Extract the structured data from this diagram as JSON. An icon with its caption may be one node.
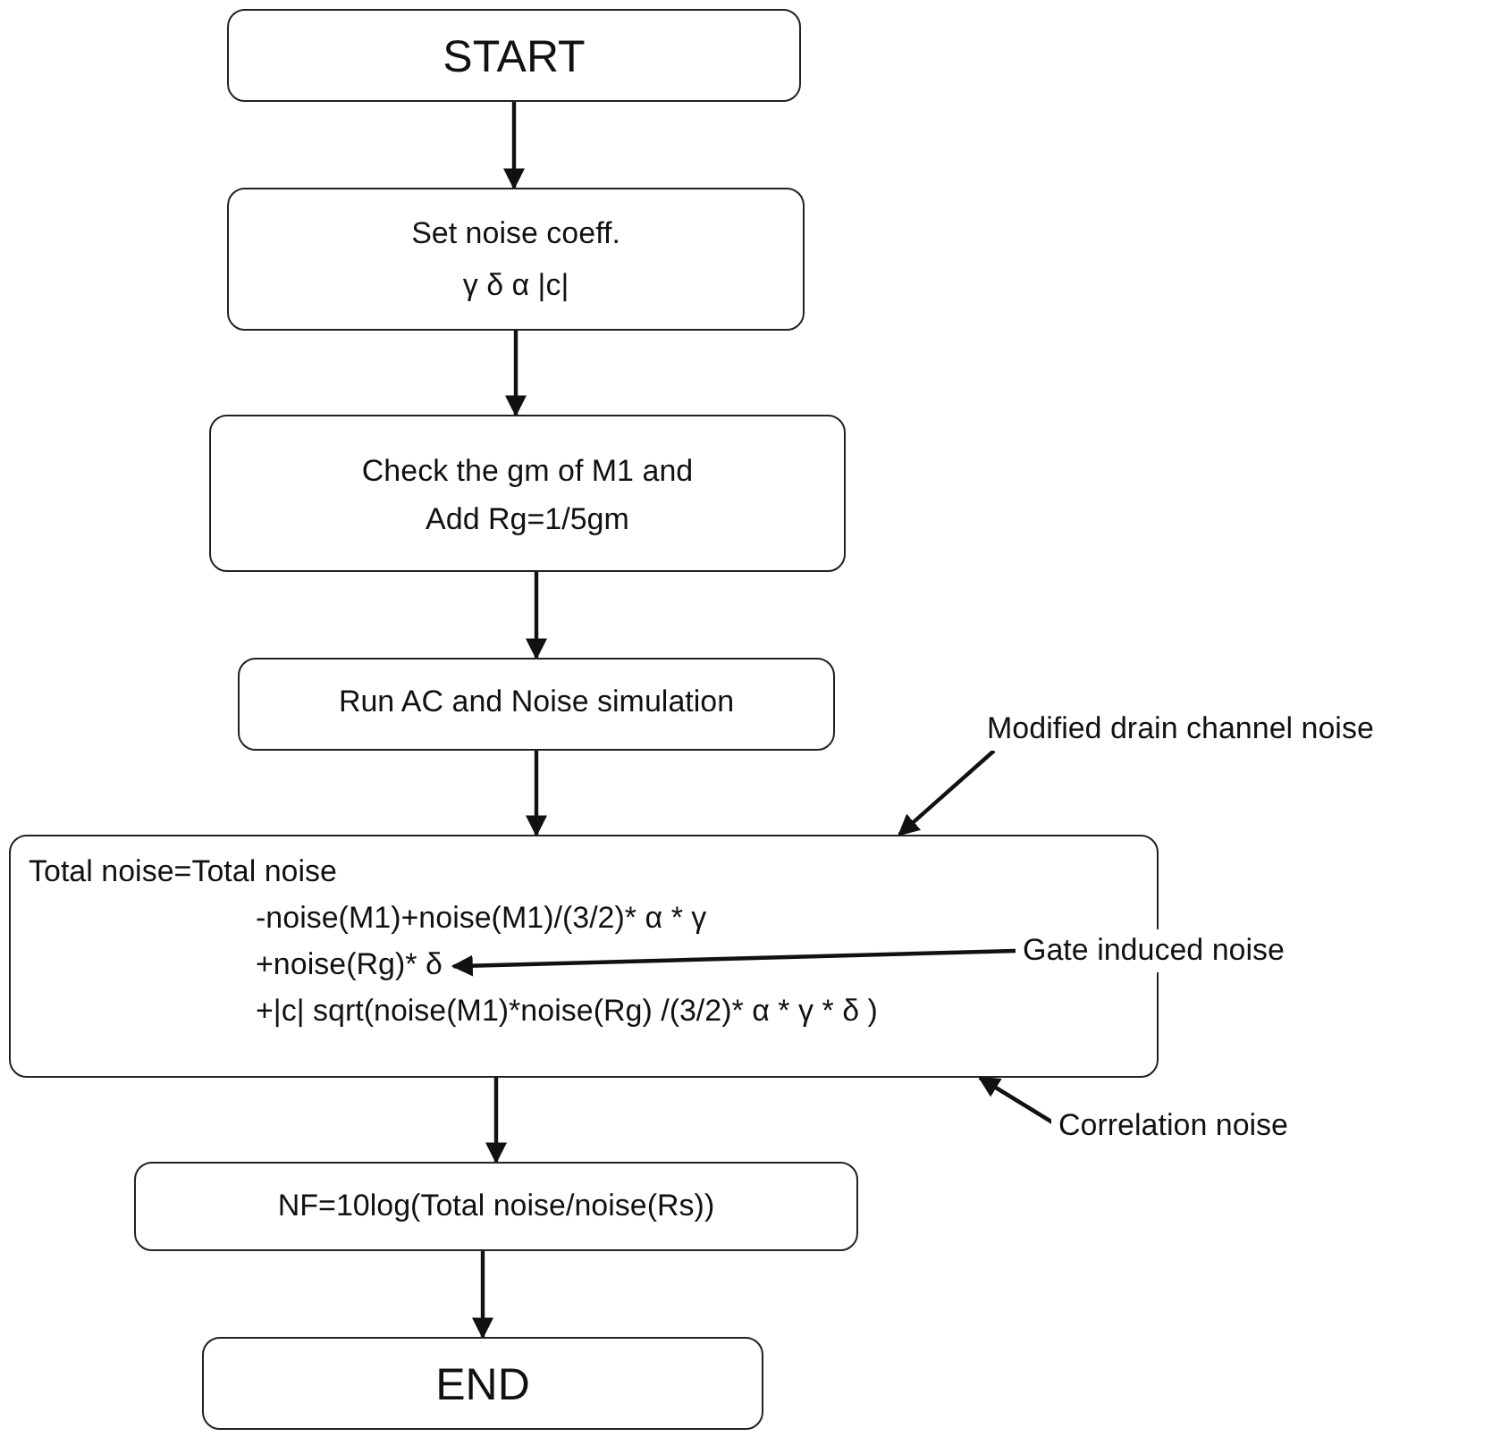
{
  "diagram": {
    "nodes": [
      {
        "text": [
          "START"
        ]
      },
      {
        "text": [
          "Set noise coeff.",
          "γ δ α |c|"
        ]
      },
      {
        "text": [
          "Check the gm of M1 and Add Rg=1/5gm"
        ]
      },
      {
        "text": [
          "Run AC and Noise simulation"
        ]
      },
      {
        "text": [
          "Total noise=Total noise"
        ]
      },
      {
        "text": [
          "-noise(M1)+noise(M1)/(3/2)* α * γ"
        ],
        "in": 4
      },
      {
        "text": [
          "+noise(Rg)* δ"
        ],
        "in": 4
      },
      {
        "text": [
          "+|c| sqrt(noise(M1)*noise(Rg) /(3/2)* α * γ * δ )"
        ],
        "in": 4
      },
      {
        "text": [
          "Modified drain channel noise"
        ]
      },
      {
        "text": [
          "Gate induced noise"
        ]
      },
      {
        "text": [
          "Correlation noise"
        ]
      },
      {
        "text": [
          "NF=10log(Total noise/noise(Rs))"
        ]
      },
      {
        "text": [
          "END"
        ]
      }
    ],
    "edges": [
      {
        "from": 0,
        "to": 1,
        "arrow": "to"
      },
      {
        "from": 1,
        "to": 2,
        "arrow": "to"
      },
      {
        "from": 2,
        "to": 3,
        "arrow": "to"
      },
      {
        "from": 3,
        "to": 4,
        "arrow": "to"
      },
      {
        "from": 8,
        "to": 4,
        "arrow": "to"
      },
      {
        "from": 9,
        "to": 6,
        "arrow": "to"
      },
      {
        "from": 10,
        "to": 4,
        "arrow": "to"
      },
      {
        "from": 4,
        "to": 11,
        "arrow": "to"
      },
      {
        "from": 11,
        "to": 12,
        "arrow": "to"
      }
    ]
  }
}
